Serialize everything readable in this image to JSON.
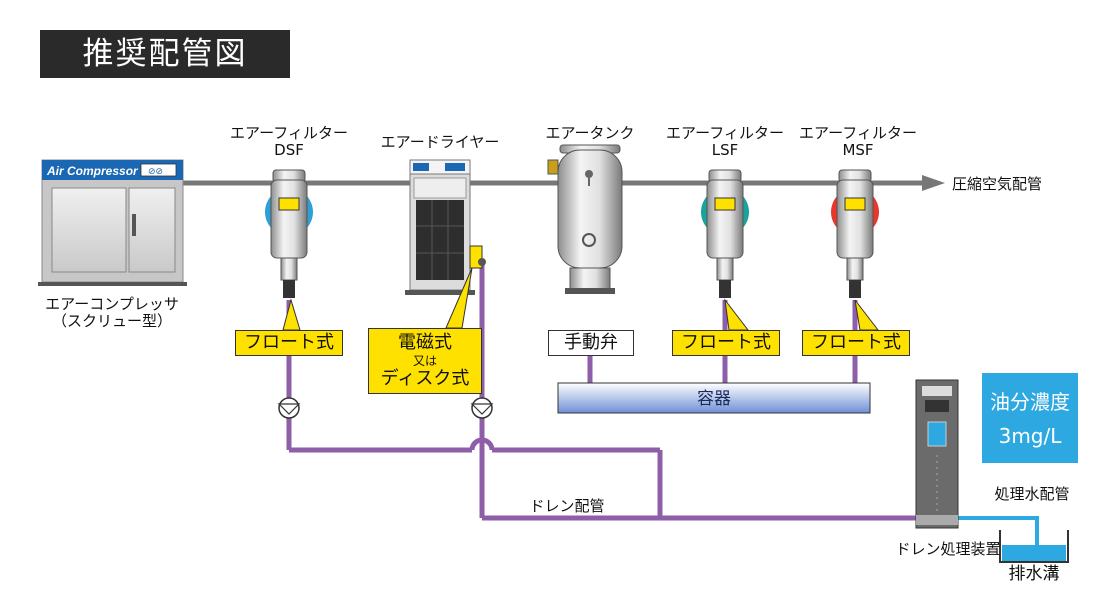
{
  "title": "推奨配管図",
  "compressor": {
    "brand": "Air Compressor",
    "label_line1": "エアーコンプレッサ",
    "label_line2": "（スクリュー型）"
  },
  "dsf": {
    "label_line1": "エアーフィルター",
    "label_line2": "DSF",
    "drain": "フロート式",
    "color": "#2f9fd6"
  },
  "dryer": {
    "label": "エアードライヤー",
    "drain_line1": "電磁式",
    "drain_line2": "又は",
    "drain_line3": "ディスク式"
  },
  "tank": {
    "label": "エアータンク",
    "drain": "手動弁"
  },
  "lsf": {
    "label_line1": "エアーフィルター",
    "label_line2": "LSF",
    "drain": "フロート式",
    "color": "#1aa39a"
  },
  "msf": {
    "label_line1": "エアーフィルター",
    "label_line2": "MSF",
    "drain": "フロート式",
    "color": "#e8362a"
  },
  "pipe_label": "圧縮空気配管",
  "container_label": "容器",
  "drain_pipe_label": "ドレン配管",
  "treatment": {
    "label": "ドレン処理装置",
    "water_pipe": "処理水配管",
    "ditch": "排水溝"
  },
  "concentration": {
    "line1": "油分濃度",
    "line2": "3mg/L"
  },
  "colors": {
    "air_pipe": "#777777",
    "drain_pipe": "#8e5fa8",
    "water_pipe": "#2ea8e0",
    "yellow": "#ffe100"
  }
}
